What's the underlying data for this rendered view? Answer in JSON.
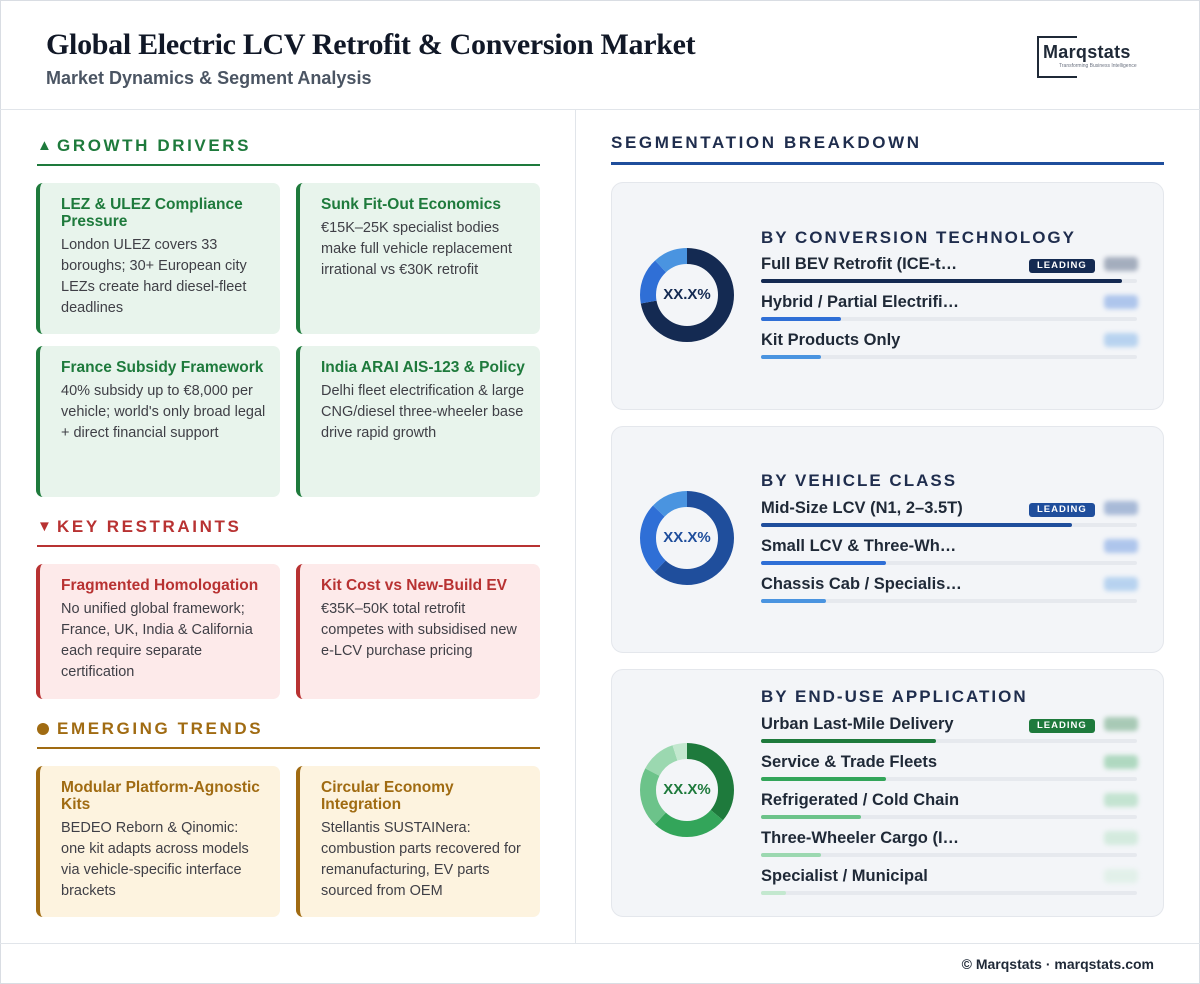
{
  "header": {
    "title": "Global Electric LCV Retrofit & Conversion Market",
    "subtitle": "Market Dynamics & Segment Analysis",
    "logo_text": "Marqstats",
    "logo_tagline": "Transforming Business Intelligence"
  },
  "growth_drivers": {
    "marker": "▲",
    "heading": "GROWTH DRIVERS",
    "color": "#1e7a3c",
    "cards": [
      {
        "title": "LEZ & ULEZ Compliance Pressure",
        "body": "London ULEZ covers 33 boroughs; 30+ European city LEZs create hard diesel-fleet deadlines"
      },
      {
        "title": "Sunk Fit-Out Economics",
        "body": "€15K–25K specialist bodies make full vehicle replacement irrational vs €30K retrofit"
      },
      {
        "title": "France Subsidy Framework",
        "body": "40% subsidy up to €8,000 per vehicle; world's only broad legal + direct financial support"
      },
      {
        "title": "India ARAI AIS-123 & Policy",
        "body": "Delhi fleet electrification & large CNG/diesel three-wheeler base drive rapid growth"
      }
    ]
  },
  "key_restraints": {
    "marker": "▼",
    "heading": "KEY RESTRAINTS",
    "color": "#b83232",
    "cards": [
      {
        "title": "Fragmented Homologation",
        "body": "No unified global framework; France, UK, India & California each require separate certification"
      },
      {
        "title": "Kit Cost vs New-Build EV",
        "body": "€35K–50K total retrofit competes with subsidised new e-LCV purchase pricing"
      }
    ]
  },
  "emerging_trends": {
    "heading": "EMERGING TRENDS",
    "color": "#a06b12",
    "cards": [
      {
        "title": "Modular Platform-Agnostic Kits",
        "body": "BEDEO Reborn & Qinomic: one kit adapts across models via vehicle-specific interface brackets"
      },
      {
        "title": "Circular Economy Integration",
        "body": "Stellantis SUSTAINera: combustion parts recovered for remanufacturing, EV parts sourced from OEM"
      }
    ]
  },
  "segmentation": {
    "heading": "SEGMENTATION BREAKDOWN",
    "panels": [
      {
        "title": "BY CONVERSION TECHNOLOGY",
        "donut_label": "XX.X%",
        "accent": "#142a52",
        "label_color": "#142a52",
        "badge": "LEADING",
        "rows": [
          {
            "name": "Full BEV Retrofit (ICE-t…",
            "share": 0.72,
            "color": "#142a52",
            "leading": true
          },
          {
            "name": "Hybrid / Partial Electrifi…",
            "share": 0.16,
            "color": "#2f6fd6",
            "leading": false
          },
          {
            "name": "Kit Products Only",
            "share": 0.12,
            "color": "#4a94e0",
            "leading": false
          }
        ]
      },
      {
        "title": "BY VEHICLE CLASS",
        "donut_label": "XX.X%",
        "accent": "#1f4e9c",
        "label_color": "#1f4e9c",
        "badge": "LEADING",
        "rows": [
          {
            "name": "Mid-Size LCV (N1, 2–3.5T)",
            "share": 0.62,
            "color": "#1f4e9c",
            "leading": true
          },
          {
            "name": "Small LCV & Three-Wh…",
            "share": 0.25,
            "color": "#2f6fd6",
            "leading": false
          },
          {
            "name": "Chassis Cab / Specialis…",
            "share": 0.13,
            "color": "#4a94e0",
            "leading": false
          }
        ]
      },
      {
        "title": "BY END-USE APPLICATION",
        "donut_label": "XX.X%",
        "accent": "#1e7a3c",
        "label_color": "#1e7a3c",
        "badge": "LEADING",
        "rows": [
          {
            "name": "Urban Last-Mile Delivery",
            "share": 0.35,
            "color": "#1e7a3c",
            "leading": true
          },
          {
            "name": "Service & Trade Fleets",
            "share": 0.25,
            "color": "#33a55a",
            "leading": false
          },
          {
            "name": "Refrigerated / Cold Chain",
            "share": 0.2,
            "color": "#6cc38a",
            "leading": false
          },
          {
            "name": "Three-Wheeler Cargo (I…",
            "share": 0.12,
            "color": "#9bd8b0",
            "leading": false
          },
          {
            "name": "Specialist / Municipal",
            "share": 0.05,
            "color": "#c3e8cf",
            "leading": false
          }
        ]
      }
    ]
  },
  "footer": {
    "text": "© Marqstats · marqstats.com"
  }
}
